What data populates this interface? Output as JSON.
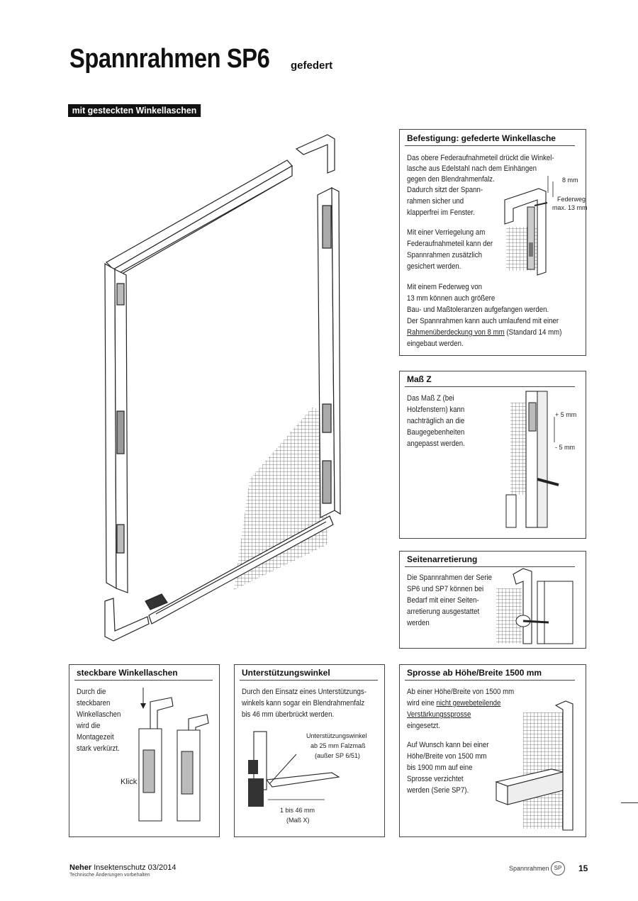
{
  "header": {
    "title": "Spannrahmen SP6",
    "title_suffix": "gefedert",
    "section_label": "mit gesteckten Winkellaschen"
  },
  "boxes": {
    "befestigung": {
      "title": "Befestigung: gefederte Winkellasche",
      "lines": [
        "Das obere Federaufnahmeteil drückt die Winkel-",
        "lasche aus Edelstahl nach dem Einhängen",
        "gegen den Blendrahmenfalz.",
        "Dadurch sitzt der Spann-",
        "rahmen sicher und",
        "klapperfrei im Fenster.",
        "Mit einer Verriegelung am",
        "Federaufnahmeteil kann der",
        "Spannrahmen zusätzlich",
        "gesichert werden.",
        "Mit einem Federweg von",
        "13 mm können auch größere",
        "Bau- und Maßtoleranzen aufgefangen werden.",
        "Der Spannrahmen kann auch umlaufend mit einer",
        "(Standard 14 mm)",
        "eingebaut werden."
      ],
      "underline": "Rahmenüberdeckung von 8 mm",
      "label_8mm": "8 mm",
      "label_federweg": "Federweg",
      "label_max": "max. 13 mm"
    },
    "mass_z": {
      "title": "Maß Z",
      "lines": [
        "Das Maß Z (bei",
        "Holzfenstern) kann",
        "nachträglich an die",
        "Baugegebenheiten",
        "angepasst werden."
      ],
      "label_plus": "+ 5 mm",
      "label_minus": "- 5 mm"
    },
    "seitenarretierung": {
      "title": "Seitenarretierung",
      "lines": [
        "Die Spannrahmen der Serie",
        "SP6 und SP7 können bei",
        "Bedarf mit einer Seiten-",
        "arretierung ausgestattet",
        "werden"
      ]
    },
    "winkellaschen": {
      "title": "steckbare Winkellaschen",
      "lines": [
        "Durch die",
        "steckbaren",
        "Winkellaschen",
        "wird die",
        "Montagezeit",
        "stark verkürzt."
      ],
      "label_klick": "Klick"
    },
    "unterstuetzung": {
      "title": "Unterstützungswinkel",
      "lines": [
        "Durch den Einsatz eines Unterstützungs-",
        "winkels kann sogar ein Blendrahmenfalz",
        "bis 46 mm überbrückt werden."
      ],
      "label_1": "Unterstützungswinkel",
      "label_2": "ab 25 mm Falzmaß",
      "label_3": "(außer SP 6/51)",
      "label_4": "1 bis 46 mm",
      "label_5": "(Maß X)"
    },
    "sprosse": {
      "title": "Sprosse ab Höhe/Breite 1500 mm",
      "lines": [
        "Ab einer Höhe/Breite von 1500 mm",
        "wird eine",
        "eingesetzt.",
        "Auf Wunsch kann bei einer",
        "Höhe/Breite von 1500 mm",
        "bis 1900 mm auf eine",
        "Sprosse verzichtet",
        "werden (Serie SP7)."
      ],
      "underline_1": "nicht gewebeteilende",
      "underline_2": "Verstärkungssprosse"
    }
  },
  "footer": {
    "brand": "Neher",
    "brand_rest": "Insektenschutz 03/2014",
    "note": "Technische Änderungen vorbehalten",
    "section": "Spannrahmen",
    "badge": "SP",
    "page": "15"
  }
}
